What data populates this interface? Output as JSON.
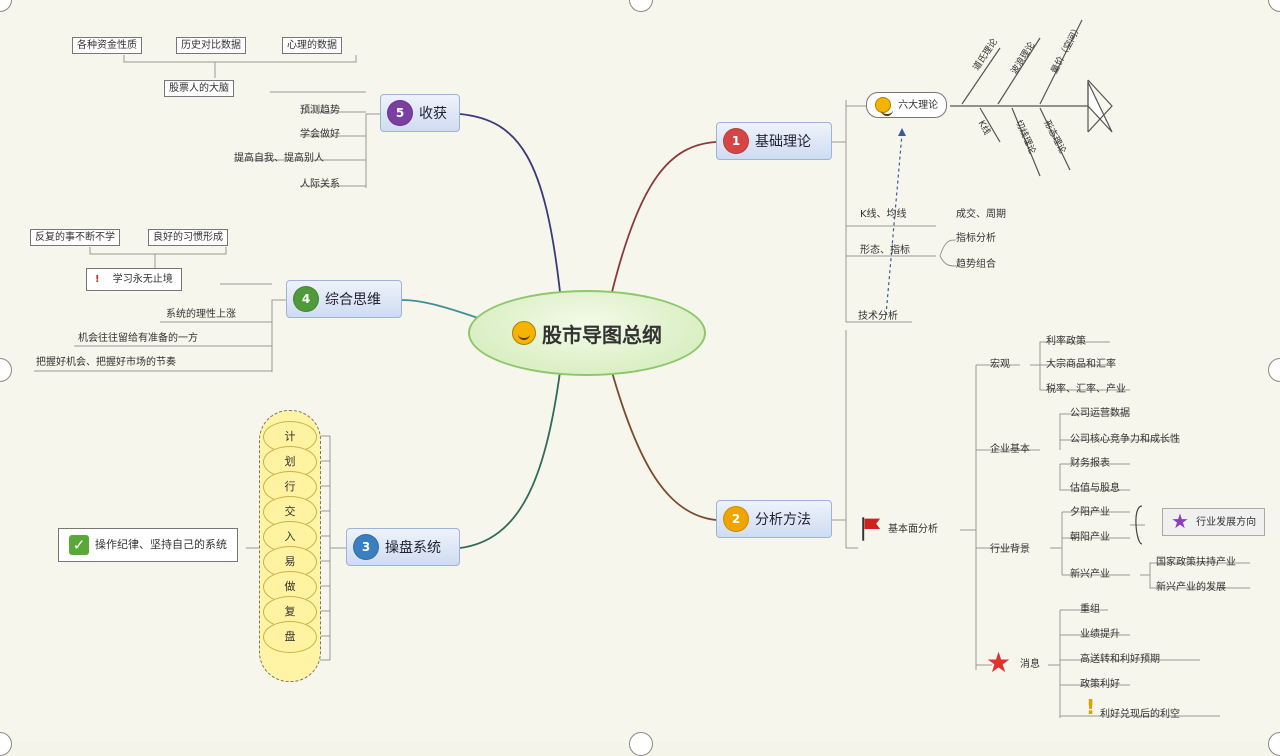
{
  "central": {
    "label": "股市导图总纲"
  },
  "topics": {
    "jibenlilun": "基础理论",
    "fenxifangfa": "分析方法",
    "shouyi": "收获",
    "zonghe": "综合思维",
    "caozuo": "操盘系统",
    "liuda": "六大理论",
    "jishu": "技术分析",
    "jiben": "基本面分析"
  },
  "left_top": {
    "top_boxes": [
      "各种资金性质",
      "历史对比数据",
      "心理的数据"
    ],
    "mid_box": "股票人的大脑",
    "items": [
      "预测趋势",
      "学会做好",
      "提高自我、提高别人",
      "人际关系"
    ]
  },
  "left_mid": {
    "top_boxes": [
      "反复的事不断不学",
      "良好的习惯形成"
    ],
    "warn_box": "学习永无止境",
    "items": [
      "系统的理性上涨",
      "机会往往留给有准备的一方",
      "把握好机会、把握好市场的节奏"
    ]
  },
  "bubbles": [
    "计",
    "划",
    "行",
    "交",
    "入",
    "易",
    "做",
    "复",
    "盘"
  ],
  "check_box": "操作纪律、坚持自己的系统",
  "fishbone": {
    "upper": [
      "道氏理论",
      "波浪理论",
      "量价（空间）"
    ],
    "lower": [
      "K线",
      "切线理论",
      "形态理论"
    ]
  },
  "mid_right": {
    "l1": "K线、均线",
    "l1r": "成交、周期",
    "l2": "形态、指标",
    "l2r": [
      "指标分析",
      "趋势组合"
    ]
  },
  "right_lower": {
    "grp1": "宏观",
    "grp1_items": [
      "利率政策",
      "大宗商品和汇率",
      "税率、汇率、产业"
    ],
    "grp2": "企业基本",
    "grp2_items": [
      "公司运营数据",
      "公司核心竞争力和成长性",
      "财务报表",
      "估值与股息"
    ],
    "grp3": "行业背景",
    "grp3_sub": [
      "夕阳产业",
      "朝阳产业",
      "新兴产业"
    ],
    "grp3_new": [
      "国家政策扶持产业",
      "新兴产业的发展"
    ],
    "grp3_star": "行业发展方向",
    "grp4": "消息",
    "grp4_items": [
      "重组",
      "业绩提升",
      "高送转和利好预期",
      "政策利好",
      "利好兑现后的利空"
    ]
  },
  "colors": {
    "link_top_left": "#3a3a7a",
    "link_mid_left": "#3f8f9a",
    "link_bot_left": "#2f6b5a",
    "link_top_right": "#8a3a3a",
    "link_bot_right": "#7a4a2a",
    "badge_red": "#d64545",
    "badge_purple": "#7a3fa0",
    "badge_green": "#4f9a3a",
    "badge_blue": "#3a7fbf",
    "badge_orange": "#f0a400",
    "star_purple": "#8a3fbf",
    "star_red": "#e03030"
  },
  "icons": [
    "smile-icon",
    "flag-icon",
    "purple-star-icon",
    "red-star-icon",
    "check-icon",
    "warning-icon"
  ]
}
